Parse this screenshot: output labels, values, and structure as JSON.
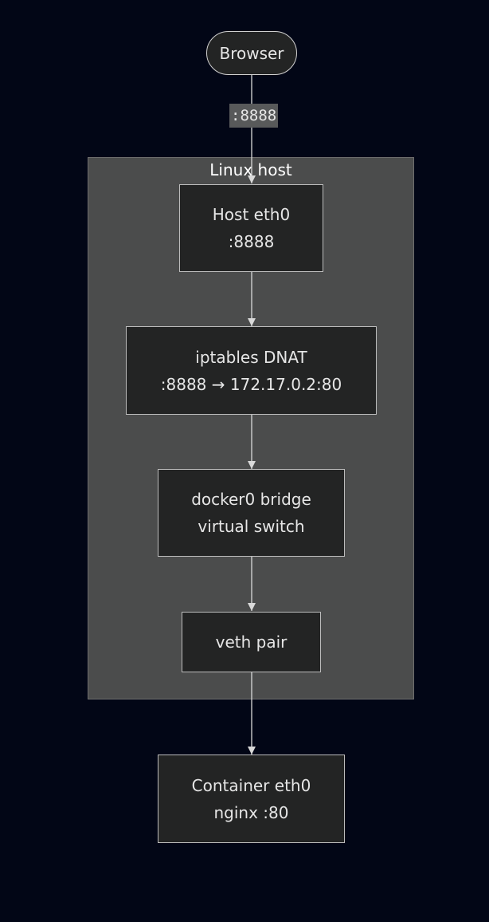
{
  "cluster": {
    "label": "Linux host"
  },
  "nodes": {
    "browser": {
      "label": "Browser"
    },
    "host_eth0": {
      "line1": "Host eth0",
      "line2": ":8888"
    },
    "iptables": {
      "line1": "iptables DNAT",
      "line2": ":8888 → 172.17.0.2:80"
    },
    "docker0": {
      "line1": "docker0 bridge",
      "line2": "virtual switch"
    },
    "veth": {
      "label": "veth pair"
    },
    "container": {
      "line1": "Container eth0",
      "line2": "nginx :80"
    }
  },
  "edges": {
    "browser_to_host": {
      "label": ":8888"
    }
  },
  "colors": {
    "background": "#020616",
    "cluster_fill": "#4b4c4c",
    "node_fill": "#232424",
    "node_border": "#bdbdbd",
    "edge": "#d9d9d9",
    "edge_label_fill": "#58595a"
  }
}
